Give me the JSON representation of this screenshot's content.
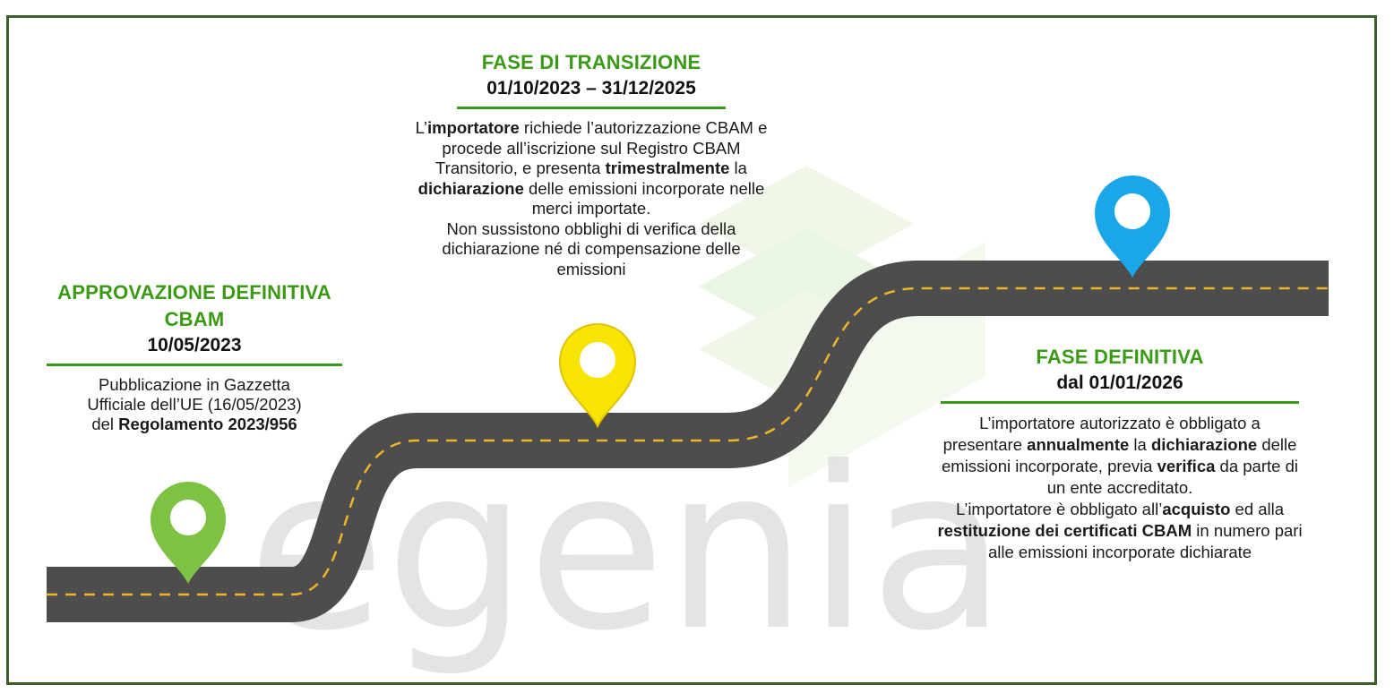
{
  "watermark": {
    "text": "egenia"
  },
  "colors": {
    "frame": "#3f5f2a",
    "title_green": "#3a9a16",
    "road": "#4d4d4d",
    "road_dash": "#f0b429",
    "pin_green": "#7dc242",
    "pin_yellow": "#f7e400",
    "pin_blue": "#1ba6ec"
  },
  "icons": {
    "milestone_1": "map-pin-green-icon",
    "milestone_2": "map-pin-yellow-icon",
    "milestone_3": "map-pin-blue-icon"
  },
  "milestones": [
    {
      "title_line1": "APPROVAZIONE DEFINITIVA",
      "title_line2": "CBAM",
      "date": "10/05/2023",
      "lines": [
        [
          "Pubblicazione in Gazzetta"
        ],
        [
          "Ufficiale dell’UE (16/05/2023)"
        ],
        [
          "del  ",
          {
            "b": "Regolamento 2023/956"
          }
        ]
      ]
    },
    {
      "title_line1": "FASE DI TRANSIZIONE",
      "date": "01/10/2023 – 31/12/2025",
      "lines": [
        [
          "L’",
          {
            "b": "importatore"
          },
          " richiede l’autorizzazione CBAM e"
        ],
        [
          "procede all’iscrizione sul Registro CBAM"
        ],
        [
          "Transitorio, e presenta ",
          {
            "b": "trimestralmente"
          },
          " la"
        ],
        [
          {
            "b": "dichiarazione"
          },
          " delle emissioni incorporate nelle"
        ],
        [
          "merci importate."
        ],
        [
          "Non sussistono obblighi di verifica della"
        ],
        [
          "dichiarazione né di compensazione delle"
        ],
        [
          "emissioni"
        ]
      ]
    },
    {
      "title_line1": "FASE DEFINITIVA",
      "date": "dal 01/01/2026",
      "lines": [
        [
          "L’importatore autorizzato è obbligato a"
        ],
        [
          "presentare ",
          {
            "b": "annualmente"
          },
          " la ",
          {
            "b": "dichiarazione"
          },
          " delle"
        ],
        [
          "emissioni incorporate, previa ",
          {
            "b": "verifica"
          },
          " da parte di"
        ],
        [
          "un ente accreditato."
        ],
        [
          "L’importatore è obbligato all’",
          {
            "b": "acquisto"
          },
          " ed alla"
        ],
        [
          {
            "b": "restituzione dei certificati CBAM"
          },
          " in numero pari"
        ],
        [
          "alle emissioni incorporate dichiarate"
        ]
      ]
    }
  ]
}
